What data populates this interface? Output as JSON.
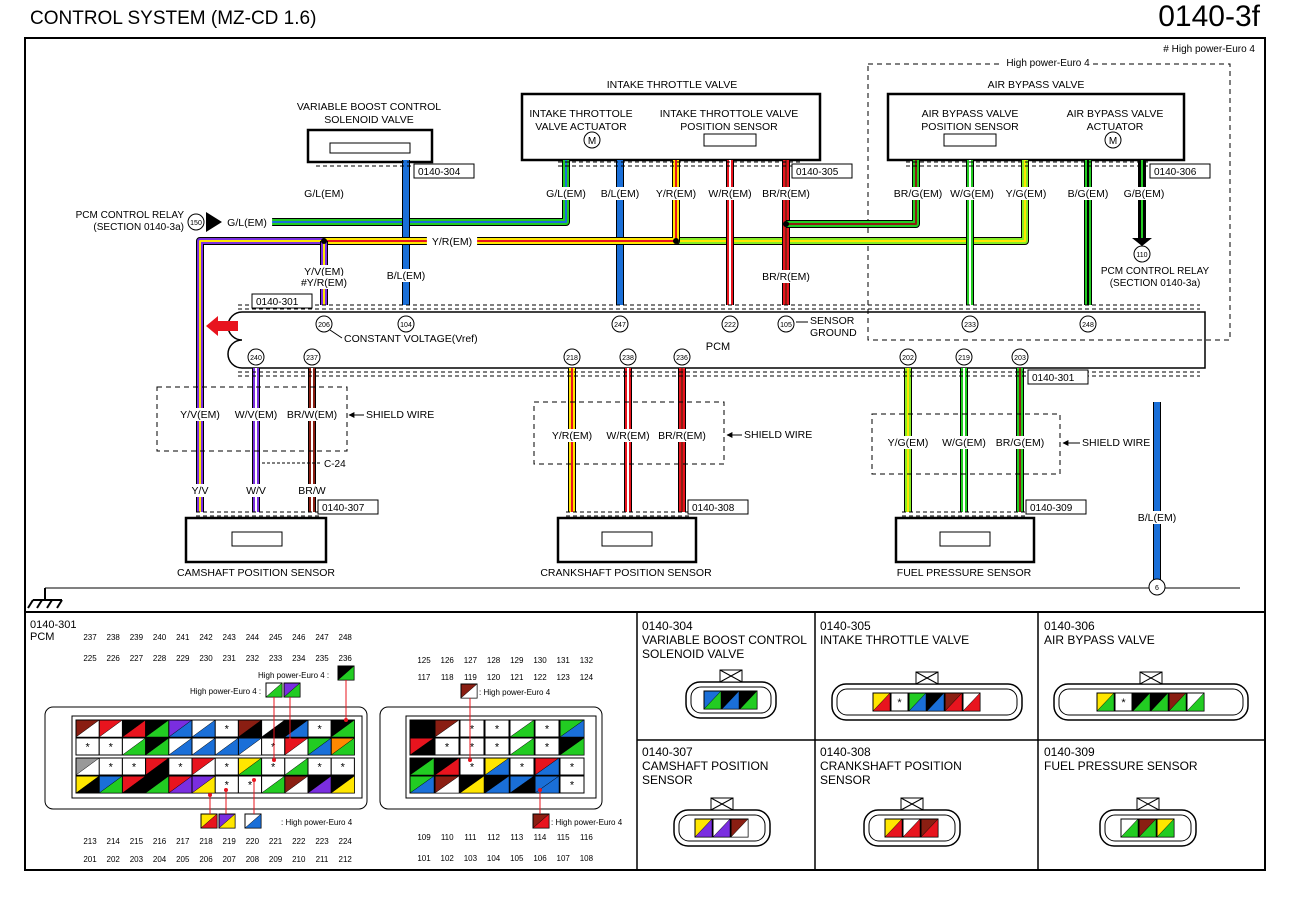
{
  "title": "CONTROL SYSTEM (MZ-CD 1.6)",
  "page_number": "0140-3f",
  "note": "# High power-Euro 4",
  "hp_label": "High power-Euro 4",
  "components": {
    "vbc": [
      "VARIABLE BOOST CONTROL",
      "SOLENOID VALVE"
    ],
    "itv_title": "INTAKE THROTTLE VALVE",
    "itv_act": [
      "INTAKE THROTTOLE",
      "VALVE ACTUATOR"
    ],
    "itv_pos": [
      "INTAKE THROTTOLE VALVE",
      "POSITION SENSOR"
    ],
    "abv_title": "AIR BYPASS VALVE",
    "abv_pos": [
      "AIR BYPASS VALVE",
      "POSITION SENSOR"
    ],
    "abv_act": [
      "AIR BYPASS VALVE",
      "ACTUATOR"
    ],
    "pcm_relay_left": [
      "PCM CONTROL RELAY",
      "(SECTION 0140-3a)"
    ],
    "pcm_relay_right": [
      "PCM CONTROL RELAY",
      "(SECTION 0140-3a)"
    ],
    "pcm": "PCM",
    "cam": "CAMSHAFT POSITION SENSOR",
    "crank": "CRANKSHAFT POSITION SENSOR",
    "fuel": "FUEL PRESSURE SENSOR"
  },
  "connectors": {
    "c304": "0140-304",
    "c305": "0140-305",
    "c306": "0140-306",
    "c301a": "0140-301",
    "c301b": "0140-301",
    "c307": "0140-307",
    "c308": "0140-308",
    "c309": "0140-309",
    "c24": "C-24"
  },
  "wires": {
    "gl": "G/L(EM)",
    "bl": "B/L(EM)",
    "yr": "Y/R(EM)",
    "wr": "W/R(EM)",
    "brr": "BR/R(EM)",
    "brg": "BR/G(EM)",
    "wg": "W/G(EM)",
    "yg": "Y/G(EM)",
    "bg": "B/G(EM)",
    "gb": "G/B(EM)",
    "yv": "Y/V(EM)",
    "yv2": "#Y/R(EM)",
    "wv": "W/V(EM)",
    "brw": "BR/W(EM)",
    "yv_short": "Y/V",
    "wv_short": "W/V",
    "brw_short": "BR/W"
  },
  "terminals": {
    "t150": "150",
    "t110": "110",
    "t6": "6",
    "t206": "206",
    "t104": "104",
    "t247": "247",
    "t222": "222",
    "t105": "105",
    "t233": "233",
    "t248": "248",
    "t240": "240",
    "t237": "237",
    "t218": "218",
    "t238": "238",
    "t236": "236",
    "t202": "202",
    "t219": "219",
    "t203": "203"
  },
  "labels": {
    "vref": "CONSTANT VOLTAGE(Vref)",
    "sensor_ground": [
      "SENSOR",
      "GROUND"
    ],
    "shield": "SHIELD WIRE"
  },
  "legend": {
    "pcm_code": "0140-301",
    "pcm_name": "PCM",
    "big_top1": [
      "237",
      "238",
      "239",
      "240",
      "241",
      "242",
      "243",
      "244",
      "245",
      "246",
      "247",
      "248"
    ],
    "big_top2": [
      "225",
      "226",
      "227",
      "228",
      "229",
      "230",
      "231",
      "232",
      "233",
      "234",
      "235",
      "236"
    ],
    "big_bot1": [
      "213",
      "214",
      "215",
      "216",
      "217",
      "218",
      "219",
      "220",
      "221",
      "222",
      "223",
      "224"
    ],
    "big_bot2": [
      "201",
      "202",
      "203",
      "204",
      "205",
      "206",
      "207",
      "208",
      "209",
      "210",
      "211",
      "212"
    ],
    "small_top1": [
      "125",
      "126",
      "127",
      "128",
      "129",
      "130",
      "131",
      "132"
    ],
    "small_top2": [
      "117",
      "118",
      "119",
      "120",
      "121",
      "122",
      "123",
      "124"
    ],
    "small_bot1": [
      "109",
      "110",
      "111",
      "112",
      "113",
      "114",
      "115",
      "116"
    ],
    "small_bot2": [
      "101",
      "102",
      "103",
      "104",
      "105",
      "106",
      "107",
      "108"
    ],
    "hp_note": ": High power-Euro 4",
    "hp_prefix": "High power-Euro 4 :",
    "c304": [
      "0140-304",
      "VARIABLE BOOST CONTROL",
      "SOLENOID VALVE"
    ],
    "c305": [
      "0140-305",
      "INTAKE THROTTLE VALVE"
    ],
    "c306": [
      "0140-306",
      "AIR BYPASS VALVE"
    ],
    "c307": [
      "0140-307",
      "CAMSHAFT POSITION",
      "SENSOR"
    ],
    "c308": [
      "0140-308",
      "CRANKSHAFT POSITION",
      "SENSOR"
    ],
    "c309": [
      "0140-309",
      "FUEL PRESSURE SENSOR"
    ]
  },
  "colors": {
    "green": "#22cc22",
    "blue": "#1a6fd8",
    "red": "#e8141e",
    "yellow": "#ffe600",
    "lime": "#88ee22",
    "violet": "#7a2ee0",
    "brown": "#8a1e12",
    "black": "#000000"
  }
}
